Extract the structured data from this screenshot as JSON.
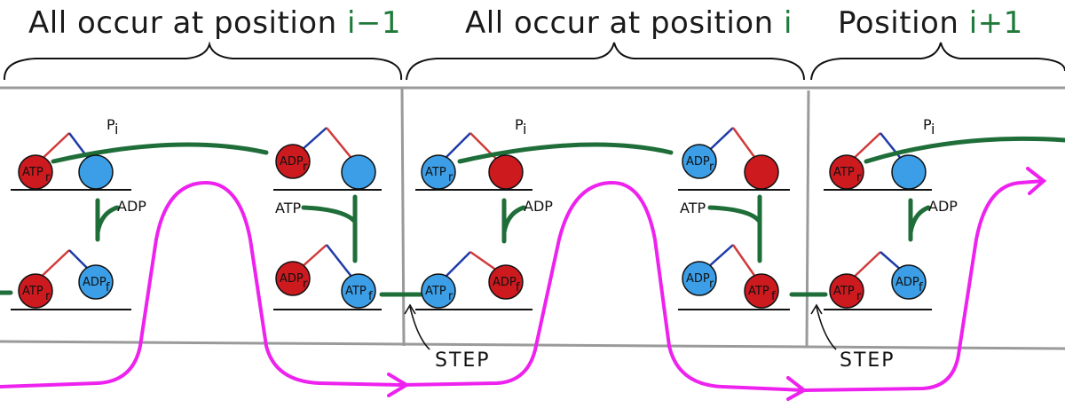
{
  "headers": [
    {
      "text": "All occur at position ",
      "pos": "i−1"
    },
    {
      "text": "All occur at position ",
      "pos": "i"
    },
    {
      "text": "Position ",
      "pos": "i+1"
    }
  ],
  "step_labels": [
    "STEP",
    "STEP"
  ],
  "labels": {
    "atp_r": "ATP",
    "atp_sub_r": "r",
    "atp_sub_f": "f",
    "adp": "ADP",
    "atp": "ATP",
    "pi": "P",
    "pi_sub": "i"
  },
  "colors": {
    "red": "#cc1a1f",
    "blue": "#3b9ee6",
    "green": "#1f6e3a",
    "magenta": "#ee22ee",
    "grey": "#9a9a9a",
    "dark_red_line": "#d23a3a",
    "dark_blue_line": "#1d3aa8"
  }
}
